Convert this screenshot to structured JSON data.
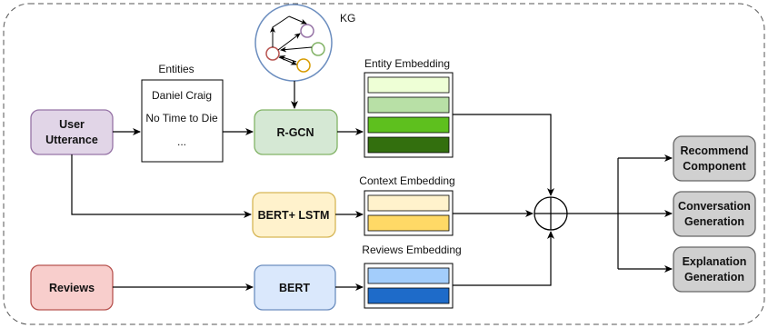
{
  "kg": {
    "label": "KG"
  },
  "entities": {
    "title": "Entities",
    "items": [
      "Daniel Craig",
      "No Time to Die",
      "..."
    ]
  },
  "inputs": {
    "user_utterance": [
      "User",
      "Utterance"
    ],
    "reviews": "Reviews"
  },
  "encoders": {
    "rgcn": "R-GCN",
    "bert_lstm": "BERT+ LSTM",
    "bert": "BERT"
  },
  "embeddings": {
    "entity": {
      "title": "Entity Embedding",
      "colors": [
        "#eeffd6",
        "#b8e0a6",
        "#5ec01e",
        "#336f0e"
      ]
    },
    "context": {
      "title": "Context Embedding",
      "colors": [
        "#fff2cc",
        "#ffd966"
      ]
    },
    "reviews": {
      "title": "Reviews Embedding",
      "colors": [
        "#a3cdfb",
        "#1e6bc9"
      ]
    }
  },
  "outputs": [
    [
      "Recommend",
      "Component"
    ],
    [
      "Conversation",
      "Generation"
    ],
    [
      "Explanation",
      "Generation"
    ]
  ],
  "colors": {
    "user_utterance_fill": "#e1d5e7",
    "user_utterance_stroke": "#9673a6",
    "reviews_fill": "#f8cecc",
    "reviews_stroke": "#b85450",
    "rgcn_fill": "#d5e8d4",
    "rgcn_stroke": "#82b366",
    "bert_lstm_fill": "#fff2cc",
    "bert_lstm_stroke": "#d6b656",
    "bert_fill": "#dae8fc",
    "bert_stroke": "#6c8ebf",
    "output_fill": "#d0d0d0",
    "output_stroke": "#666666",
    "kg_node_red": "#b85450",
    "kg_node_purple": "#9673a6",
    "kg_node_green": "#82b366",
    "kg_node_orange": "#d79b00"
  }
}
